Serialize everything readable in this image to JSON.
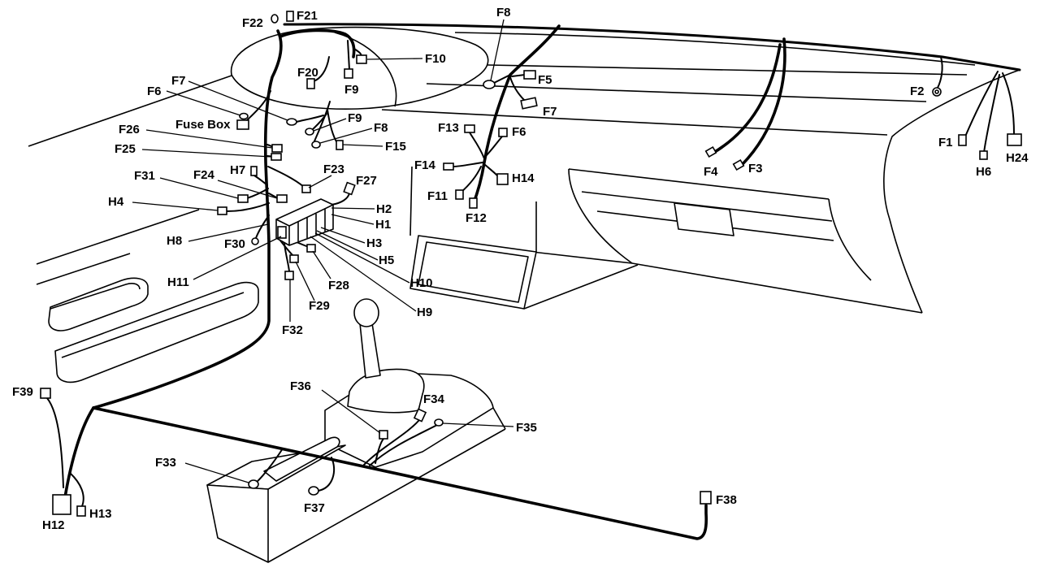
{
  "colors": {
    "ink": "#000000",
    "paper": "#ffffff"
  },
  "fuse_box": {
    "label": "Fuse Box"
  },
  "labels": [
    "F22",
    "F21",
    "F8",
    "F10",
    "F20",
    "F9",
    "F5",
    "F7",
    "F6",
    "F7",
    "F2",
    "F9",
    "F8",
    "F13",
    "F6",
    "F26",
    "F15",
    "F1",
    "F25",
    "H24",
    "F14",
    "F4",
    "F3",
    "H6",
    "F31",
    "F24",
    "H7",
    "F23",
    "F27",
    "H14",
    "F11",
    "H4",
    "H2",
    "F12",
    "H1",
    "H8",
    "F30",
    "H3",
    "H5",
    "F28",
    "H10",
    "H11",
    "F29",
    "H9",
    "F32",
    "F39",
    "F36",
    "F34",
    "F35",
    "F33",
    "F38",
    "F37",
    "H12",
    "H13"
  ]
}
